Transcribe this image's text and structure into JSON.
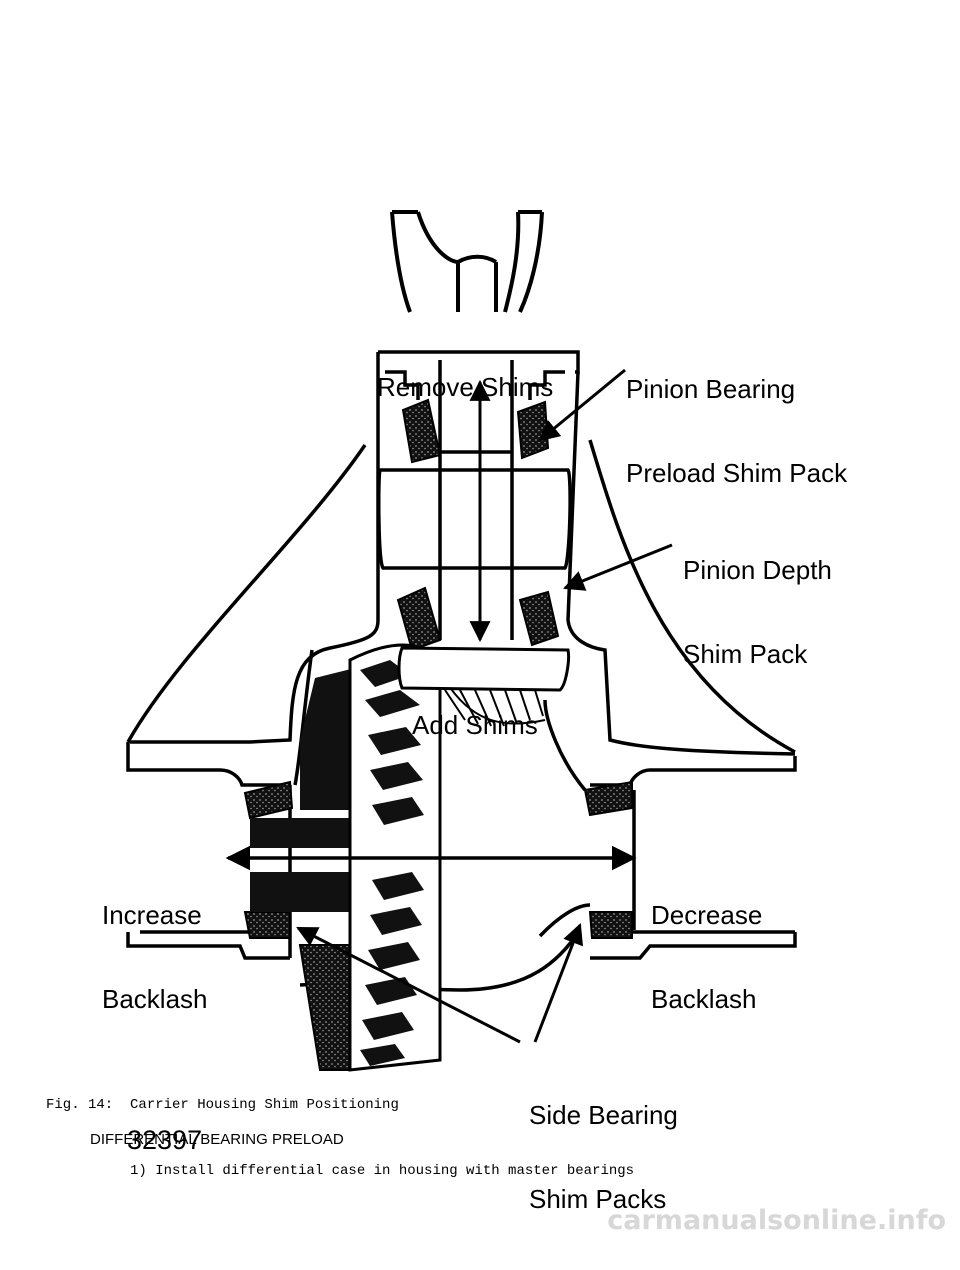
{
  "figure": {
    "labels": {
      "remove_shims": "Remove Shims",
      "pinion_bearing_1": "Pinion Bearing",
      "pinion_bearing_2": "Preload Shim Pack",
      "pinion_depth_1": "Pinion Depth",
      "pinion_depth_2": "Shim Pack",
      "add_shims": "Add Shims",
      "increase_1": "Increase",
      "increase_2": "Backlash",
      "decrease_1": "Decrease",
      "decrease_2": "Backlash",
      "side_bearing_1": "Side Bearing",
      "side_bearing_2": "Shim Packs",
      "figure_number": "32397"
    }
  },
  "caption": "Fig. 14:  Carrier Housing Shim Positioning",
  "section_heading": "DIFFERENTIAL BEARING PRELOAD",
  "body_text": "1) Install differential case in housing with master bearings",
  "watermark": "carmanualsonline.info"
}
